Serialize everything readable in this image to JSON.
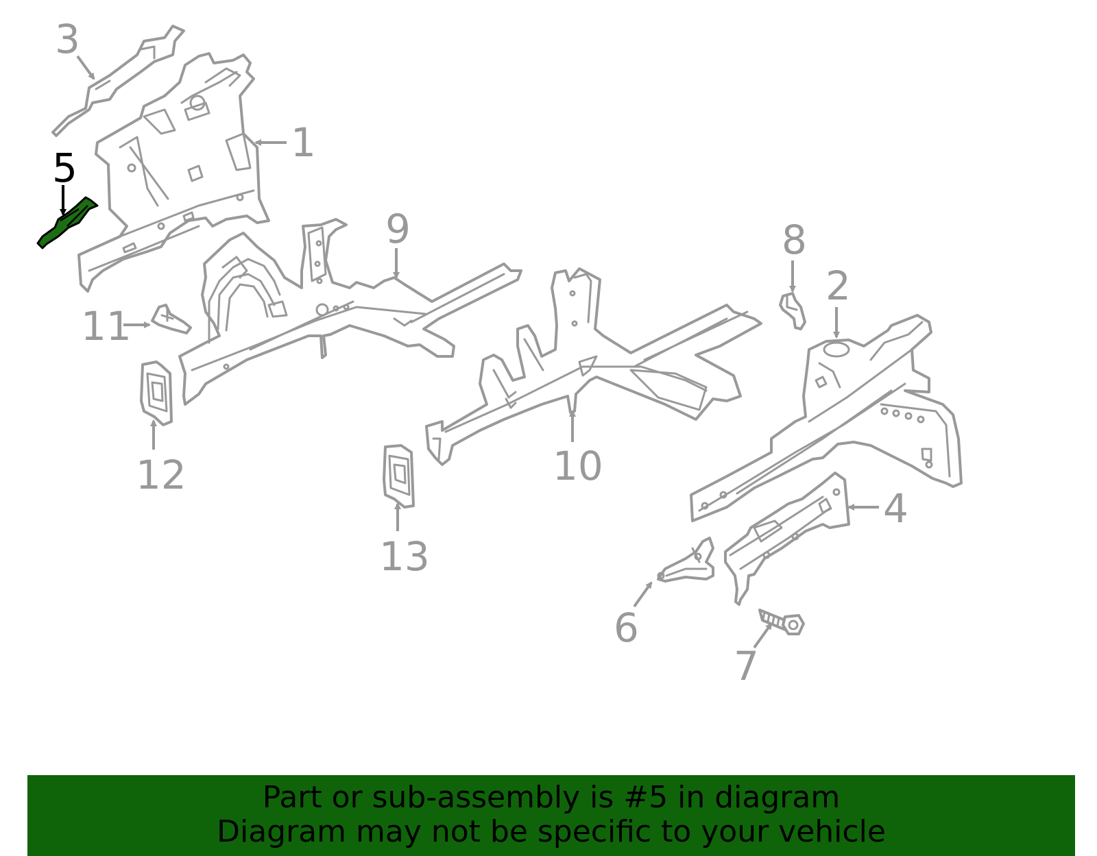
{
  "callouts": {
    "c1": "1",
    "c2": "2",
    "c3": "3",
    "c4": "4",
    "c5": "5",
    "c6": "6",
    "c7": "7",
    "c8": "8",
    "c9": "9",
    "c10": "10",
    "c11": "11",
    "c12": "12",
    "c13": "13"
  },
  "highlighted_part": "5",
  "colors": {
    "part_outline": "#999999",
    "highlight_fill": "#1c6e12",
    "banner_bg": "#0f640a",
    "banner_text": "#000000"
  },
  "banner": {
    "line1": "Part or sub-assembly is #5 in diagram",
    "line2": "Diagram may not be specific to your vehicle"
  }
}
